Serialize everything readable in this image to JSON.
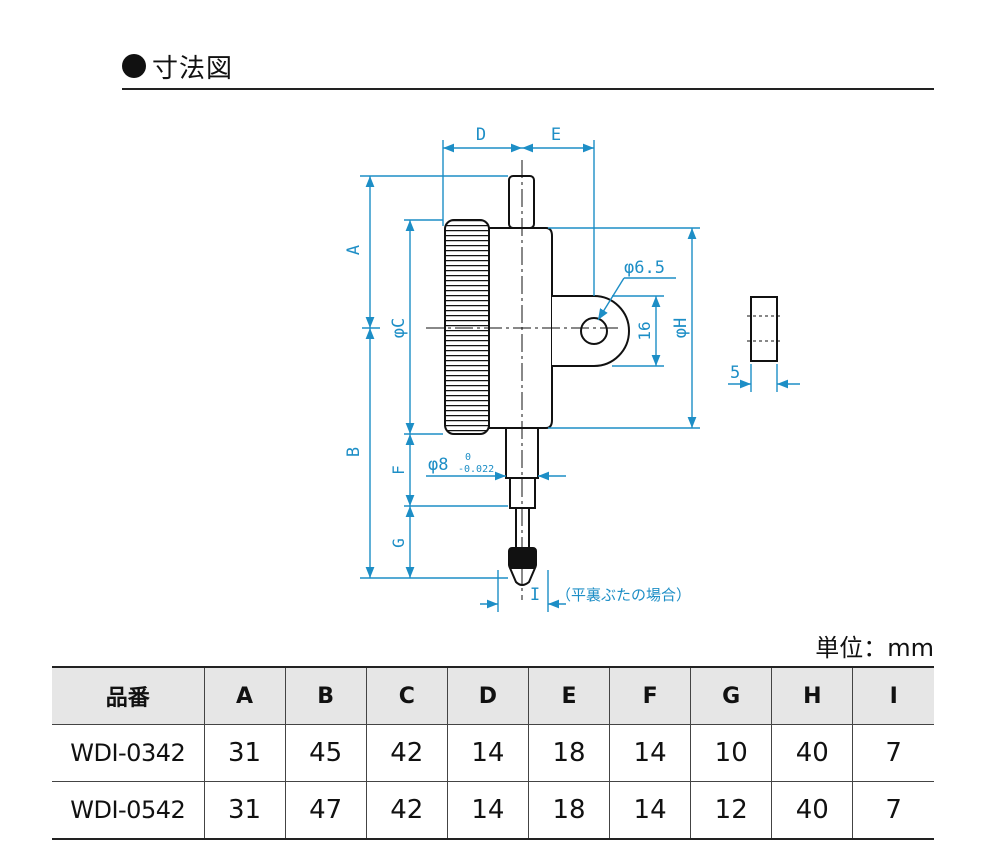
{
  "section_title": "寸法図",
  "labels": {
    "D": "D",
    "E": "E",
    "A": "A",
    "B": "B",
    "C": "φC",
    "H": "φH",
    "F": "F",
    "G": "G",
    "I": "I",
    "phi65": "φ6.5",
    "d16": "16",
    "d5": "5",
    "phi8": "φ8",
    "tol_upper": "0",
    "tol_lower": "-0.022",
    "flat_back": "（平裏ぶたの場合）"
  },
  "unit": "単位：mm",
  "table": {
    "headers": [
      "品番",
      "A",
      "B",
      "C",
      "D",
      "E",
      "F",
      "G",
      "H",
      "I"
    ],
    "rows": [
      [
        "WDI-0342",
        "31",
        "45",
        "42",
        "14",
        "18",
        "14",
        "10",
        "40",
        "7"
      ],
      [
        "WDI-0542",
        "31",
        "47",
        "42",
        "14",
        "18",
        "14",
        "12",
        "40",
        "7"
      ]
    ]
  },
  "colors": {
    "dimension": "#1d8ec6",
    "outline": "#111111",
    "header_bg": "#e6e6e6"
  }
}
